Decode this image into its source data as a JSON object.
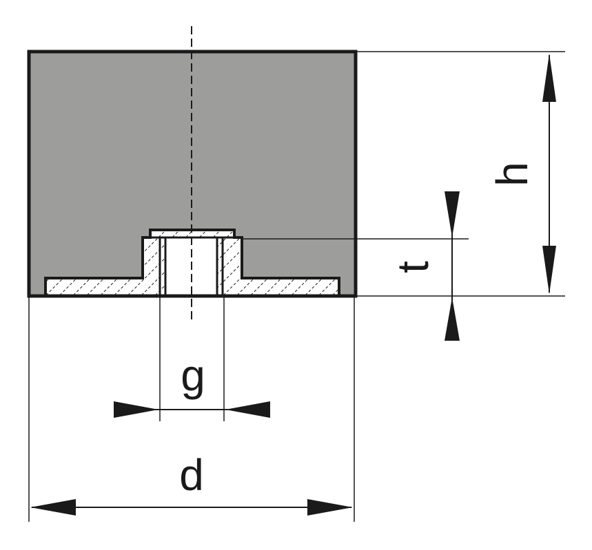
{
  "diagram": {
    "colors": {
      "rubber_fill": "#9d9e9c",
      "line": "#1a1a1a",
      "background": "#ffffff"
    },
    "labels": {
      "height": "h",
      "thread_depth": "t",
      "thread_size": "g",
      "diameter": "d"
    }
  }
}
